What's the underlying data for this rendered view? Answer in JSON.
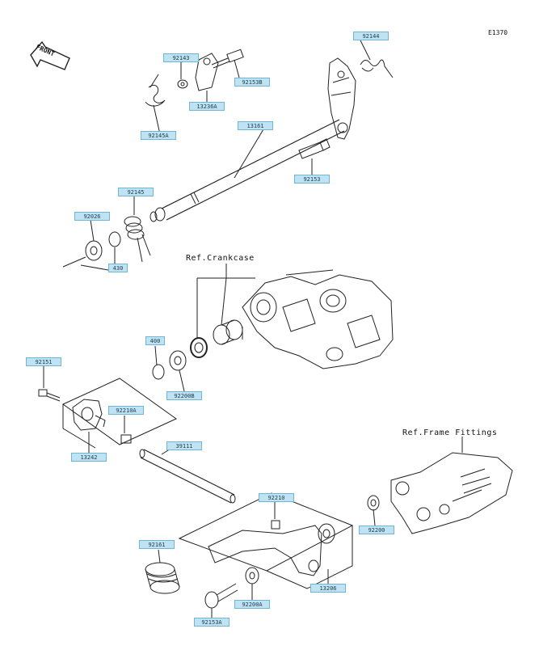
{
  "diagram_code": "E1370",
  "front_label": "FRONT",
  "references": {
    "crankcase": "Ref.Crankcase",
    "frame_fittings": "Ref.Frame Fittings"
  },
  "parts": {
    "p92144": "92144",
    "p92143": "92143",
    "p92153b": "92153B",
    "p13236a": "13236A",
    "p92145a": "92145A",
    "p13161": "13161",
    "p92153": "92153",
    "p92145": "92145",
    "p92026": "92026",
    "p430": "430",
    "p400": "400",
    "p92151": "92151",
    "p92200b": "92200B",
    "p92210a": "92210A",
    "p13242": "13242",
    "p39111": "39111",
    "p92210": "92210",
    "p92200": "92200",
    "p92161": "92161",
    "p13206": "13206",
    "p92200a": "92200A",
    "p92153a": "92153A"
  }
}
